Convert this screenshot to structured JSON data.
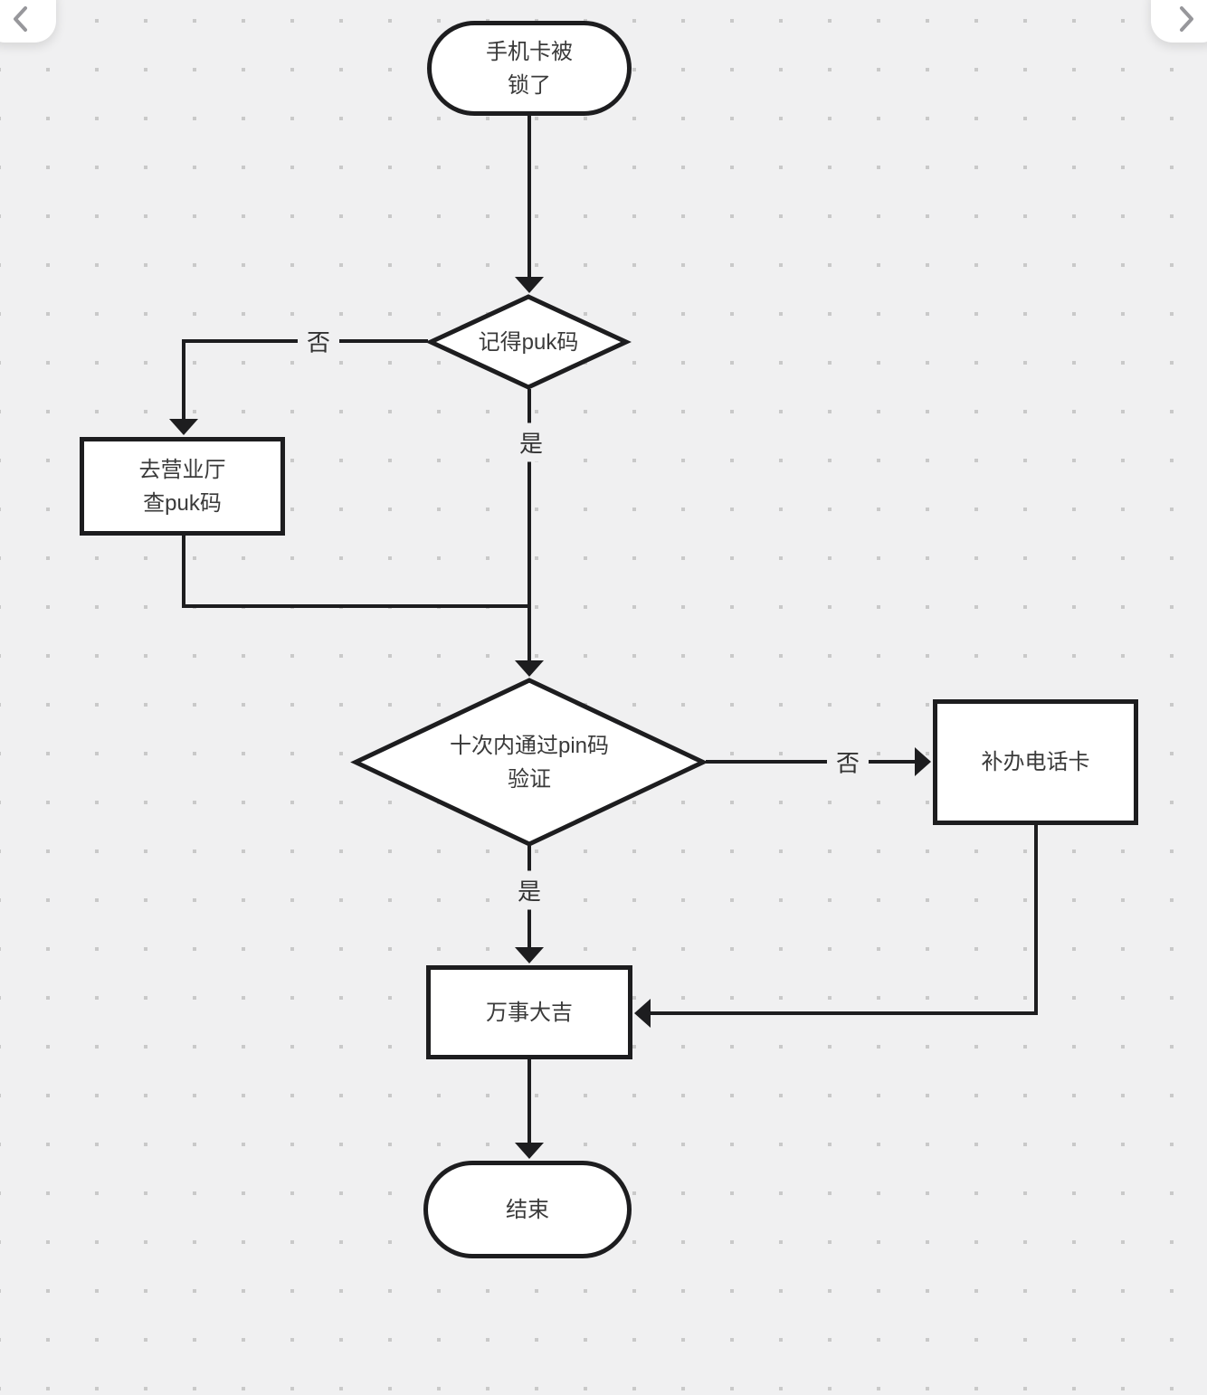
{
  "canvas": {
    "background": "#f0f0f1",
    "dot_color": "#c9c9c9",
    "line_color": "#1d1d1f",
    "node_fill": "#ffffff",
    "text_color": "#3a3a3a"
  },
  "nav": {
    "prev_icon": "chevron-left",
    "next_icon": "chevron-right"
  },
  "nodes": {
    "start": {
      "line1": "手机卡被",
      "line2": "锁了"
    },
    "decision_puk": {
      "line1": "记得puk码"
    },
    "process_hall": {
      "line1": "去营业厅",
      "line2": "查puk码"
    },
    "decision_pin": {
      "line1": "十次内通过pin码",
      "line2": "验证"
    },
    "process_reissue": {
      "line1": "补办电话卡"
    },
    "process_ok": {
      "line1": "万事大吉"
    },
    "end": {
      "line1": "结束"
    }
  },
  "labels": {
    "puk_no": "否",
    "puk_yes": "是",
    "pin_no": "否",
    "pin_yes": "是"
  }
}
